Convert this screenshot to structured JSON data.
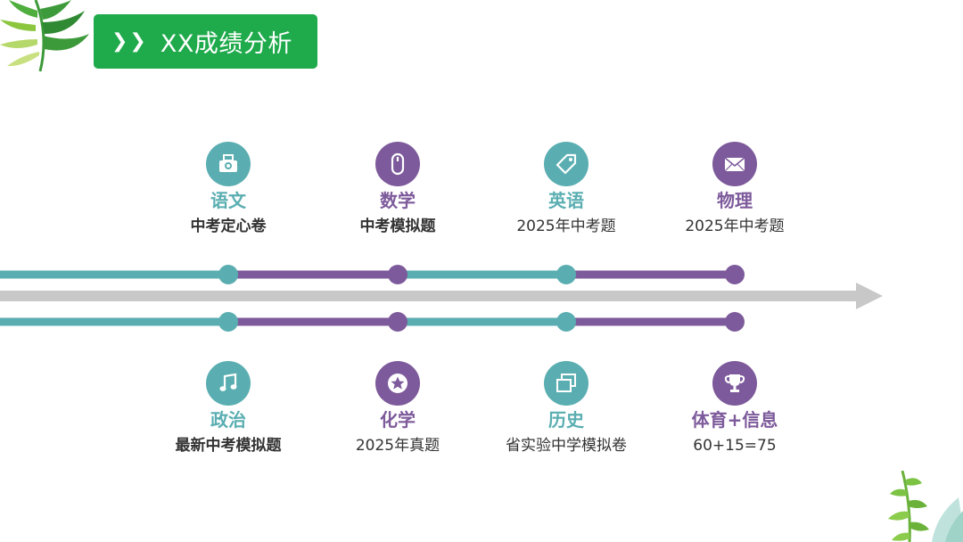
{
  "header": {
    "chevrons": "❯❯",
    "title": "XX成绩分析"
  },
  "colors": {
    "teal": "#5aaeb1",
    "purple": "#7d5a9b",
    "green": "#1faa4b",
    "arrow": "#c8c8c8"
  },
  "top_items": [
    {
      "subject": "语文",
      "desc": "中考定心卷",
      "icon": "camera-icon"
    },
    {
      "subject": "数学",
      "desc": "中考模拟题",
      "icon": "mouse-icon"
    },
    {
      "subject": "英语",
      "desc": "2025年中考题",
      "icon": "tag-icon"
    },
    {
      "subject": "物理",
      "desc": "2025年中考题",
      "icon": "envelope-icon"
    }
  ],
  "bottom_items": [
    {
      "subject": "政治",
      "desc": "最新中考模拟题",
      "icon": "music-note-icon"
    },
    {
      "subject": "化学",
      "desc": "2025年真题",
      "icon": "star-icon"
    },
    {
      "subject": "历史",
      "desc": "省实验中学模拟卷",
      "icon": "photos-icon"
    },
    {
      "subject": "体育+信息",
      "desc": "60+15=75",
      "icon": "trophy-icon"
    }
  ]
}
